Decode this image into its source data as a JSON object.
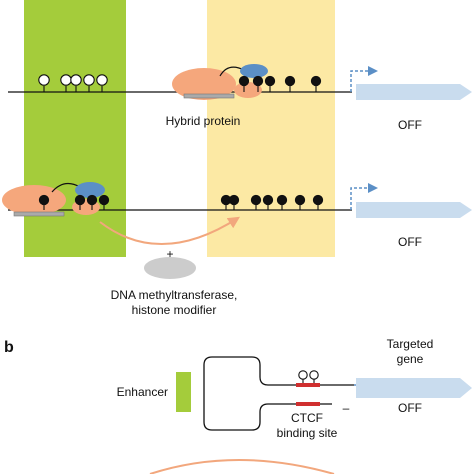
{
  "colors": {
    "green_band": "#a4cc3b",
    "yellow_band": "#fce9a4",
    "protein_orange": "#f5a77c",
    "protein_blue": "#5b8fc6",
    "gene_arrow": "#c9dcee",
    "promoter_arrow": "#5b8fc6",
    "modifier_grey": "#cccccc",
    "ctcf_red": "#d02f2f",
    "curve_orange": "#f2a77d"
  },
  "panel_b": {
    "letter": "b"
  },
  "labels": {
    "hybrid_protein": "Hybrid protein",
    "off_1": "OFF",
    "off_2": "OFF",
    "off_3": "OFF",
    "plus": "+",
    "modifier_line1": "DNA methyltransferase,",
    "modifier_line2": "histone modifier",
    "enhancer": "Enhancer",
    "ctcf_line1": "CTCF",
    "ctcf_line2": "binding site",
    "targeted_line1": "Targeted",
    "targeted_line2": "gene",
    "minus": "–"
  }
}
